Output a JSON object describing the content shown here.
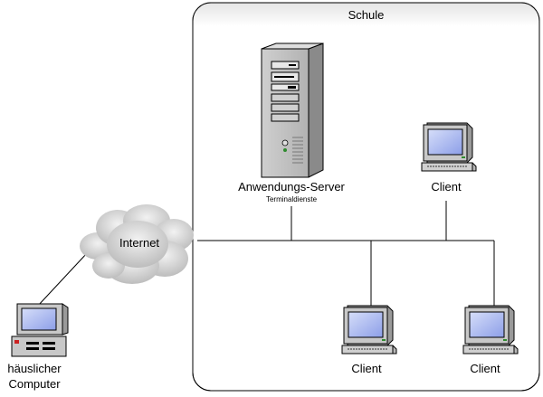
{
  "group": {
    "label": "Schule"
  },
  "nodes": {
    "server": {
      "label": "Anwendungs-Server",
      "sublabel": "Terminaldienste",
      "icon": "server-tower-icon"
    },
    "client_top": {
      "label": "Client",
      "icon": "client-computer-icon"
    },
    "client_bottom_left": {
      "label": "Client",
      "icon": "client-computer-icon"
    },
    "client_bottom_right": {
      "label": "Client",
      "icon": "client-computer-icon"
    },
    "internet": {
      "label": "Internet",
      "icon": "cloud-icon"
    },
    "home_computer": {
      "label_line1": "häuslicher",
      "label_line2": "Computer",
      "icon": "desktop-computer-icon"
    }
  },
  "colors": {
    "line": "#000000",
    "frame": "#000000",
    "screen": "#a9b6f5",
    "casing": "#c0c0c0",
    "cloud": "#cfcfcf"
  }
}
